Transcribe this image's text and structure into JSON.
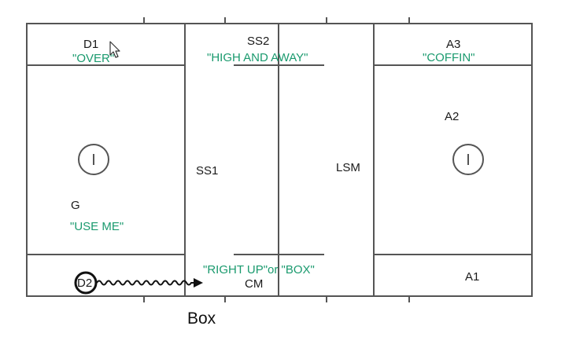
{
  "diagram": {
    "positions": {
      "d1": "D1",
      "d2": "D2",
      "ss2": "SS2",
      "a3": "A3",
      "a2": "A2",
      "ss1": "SS1",
      "lsm": "LSM",
      "g": "G",
      "cm": "CM",
      "a1": "A1"
    },
    "calls": {
      "d1": "\"OVER\"",
      "ss2": "\"HIGH AND AWAY\"",
      "a3": "\"COFFIN\"",
      "g": "\"USE ME\"",
      "cm": "\"RIGHT UP\"or \"BOX\""
    },
    "caption": "Box",
    "colors": {
      "field_lines": "#555555",
      "call_text": "#1a9a6e",
      "player_text": "#1a1a1a"
    }
  }
}
